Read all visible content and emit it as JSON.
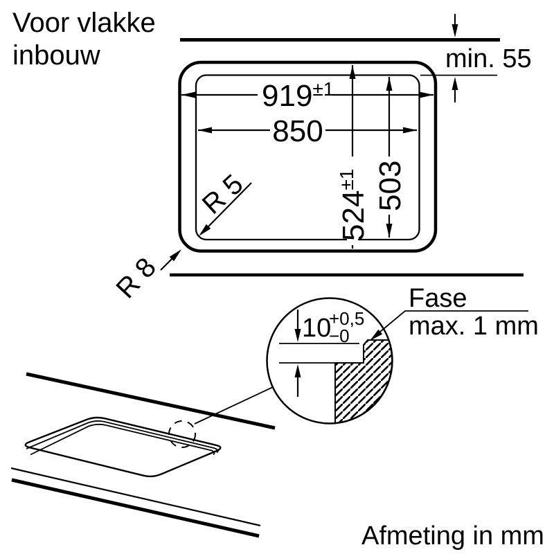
{
  "title": {
    "line1": "Voor vlakke",
    "line2": "inbouw"
  },
  "plan_view": {
    "dim_outer_width": {
      "value": "919",
      "tolerance": "±1"
    },
    "dim_inner_width": {
      "value": "850"
    },
    "dim_outer_depth": {
      "value": "524",
      "tolerance": "±1"
    },
    "dim_inner_depth": {
      "value": "503"
    },
    "dim_min_rear": "min. 55",
    "radius_inner_label": "R 5",
    "radius_outer_label": "R 8"
  },
  "detail_view": {
    "dim_recess_depth": {
      "value": "10",
      "tol_plus": "+0,5",
      "tol_minus": "−0"
    },
    "chamfer_label_line1": "Fase",
    "chamfer_label_line2": "max. 1 mm"
  },
  "footer": {
    "units_note": "Afmeting in mm"
  },
  "colors": {
    "line": "#000000",
    "background": "#ffffff"
  }
}
